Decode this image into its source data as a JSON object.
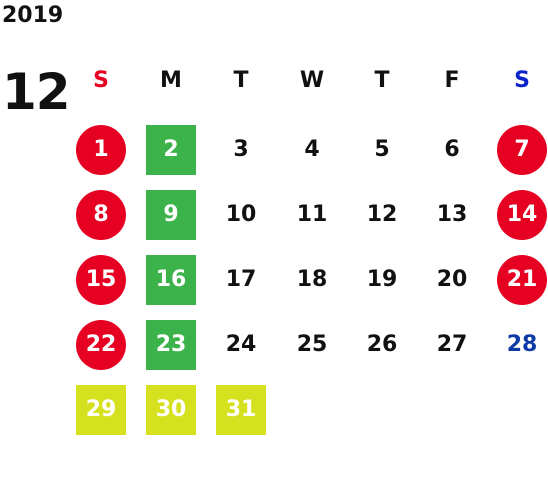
{
  "year": "2019",
  "month": "12",
  "colors": {
    "holiday_red": "#e60021",
    "weekday_green": "#3cb34a",
    "yearend_yellow": "#d5e01f",
    "saturday_blue": "#0d3aa6",
    "sunday_header_red": "#e60021",
    "saturday_header_blue": "#0b24c9",
    "text": "#111111"
  },
  "weekdays": [
    {
      "label": "S",
      "color": "#e60021"
    },
    {
      "label": "M",
      "color": "#111111"
    },
    {
      "label": "T",
      "color": "#111111"
    },
    {
      "label": "W",
      "color": "#111111"
    },
    {
      "label": "T",
      "color": "#111111"
    },
    {
      "label": "F",
      "color": "#111111"
    },
    {
      "label": "S",
      "color": "#0b24c9"
    }
  ],
  "weeks": [
    [
      {
        "day": "1",
        "style": "circle",
        "color": "#e60021"
      },
      {
        "day": "2",
        "style": "square",
        "color": "#3cb34a"
      },
      {
        "day": "3",
        "style": "plain"
      },
      {
        "day": "4",
        "style": "plain"
      },
      {
        "day": "5",
        "style": "plain"
      },
      {
        "day": "6",
        "style": "plain"
      },
      {
        "day": "7",
        "style": "circle",
        "color": "#e60021"
      }
    ],
    [
      {
        "day": "8",
        "style": "circle",
        "color": "#e60021"
      },
      {
        "day": "9",
        "style": "square",
        "color": "#3cb34a"
      },
      {
        "day": "10",
        "style": "plain"
      },
      {
        "day": "11",
        "style": "plain"
      },
      {
        "day": "12",
        "style": "plain"
      },
      {
        "day": "13",
        "style": "plain"
      },
      {
        "day": "14",
        "style": "circle",
        "color": "#e60021"
      }
    ],
    [
      {
        "day": "15",
        "style": "circle",
        "color": "#e60021"
      },
      {
        "day": "16",
        "style": "square",
        "color": "#3cb34a"
      },
      {
        "day": "17",
        "style": "plain"
      },
      {
        "day": "18",
        "style": "plain"
      },
      {
        "day": "19",
        "style": "plain"
      },
      {
        "day": "20",
        "style": "plain"
      },
      {
        "day": "21",
        "style": "circle",
        "color": "#e60021"
      }
    ],
    [
      {
        "day": "22",
        "style": "circle",
        "color": "#e60021"
      },
      {
        "day": "23",
        "style": "square",
        "color": "#3cb34a"
      },
      {
        "day": "24",
        "style": "plain"
      },
      {
        "day": "25",
        "style": "plain"
      },
      {
        "day": "26",
        "style": "plain"
      },
      {
        "day": "27",
        "style": "plain"
      },
      {
        "day": "28",
        "style": "text",
        "color": "#0d3aa6"
      }
    ],
    [
      {
        "day": "29",
        "style": "square",
        "color": "#d5e01f"
      },
      {
        "day": "30",
        "style": "square",
        "color": "#d5e01f"
      },
      {
        "day": "31",
        "style": "square",
        "color": "#d5e01f"
      }
    ]
  ]
}
